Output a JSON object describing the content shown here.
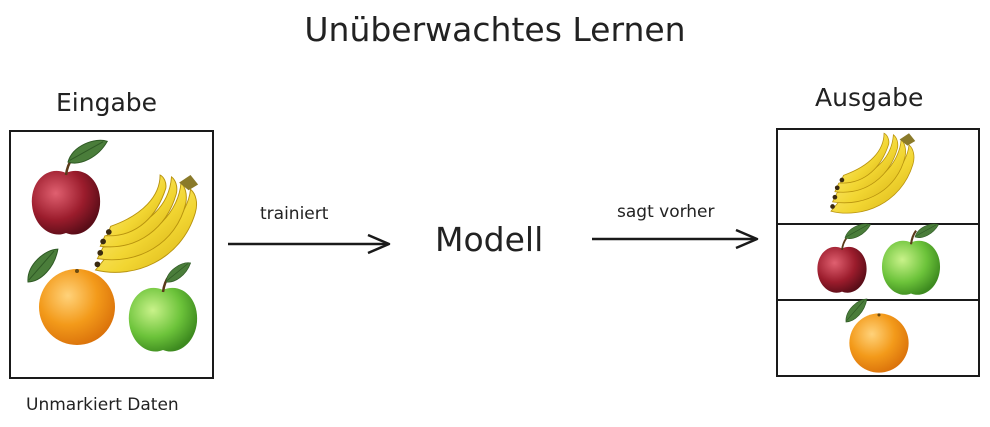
{
  "title": "Unüberwachtes Lernen",
  "input": {
    "label": "Eingabe",
    "caption": "Unmarkiert Daten"
  },
  "output": {
    "label": "Ausgabe"
  },
  "model": {
    "label": "Modell"
  },
  "edges": {
    "train": "trainiert",
    "predict": "sagt vorher"
  },
  "colors": {
    "stroke": "#1a1a1a",
    "banana": "#f2d632",
    "red_apple": "#9b1c2c",
    "green_apple": "#6cc33a",
    "orange": "#f39a1a",
    "leaf": "#4a7d3a"
  },
  "icons": [
    "red-apple-icon",
    "green-apple-icon",
    "banana-icon",
    "orange-icon"
  ]
}
